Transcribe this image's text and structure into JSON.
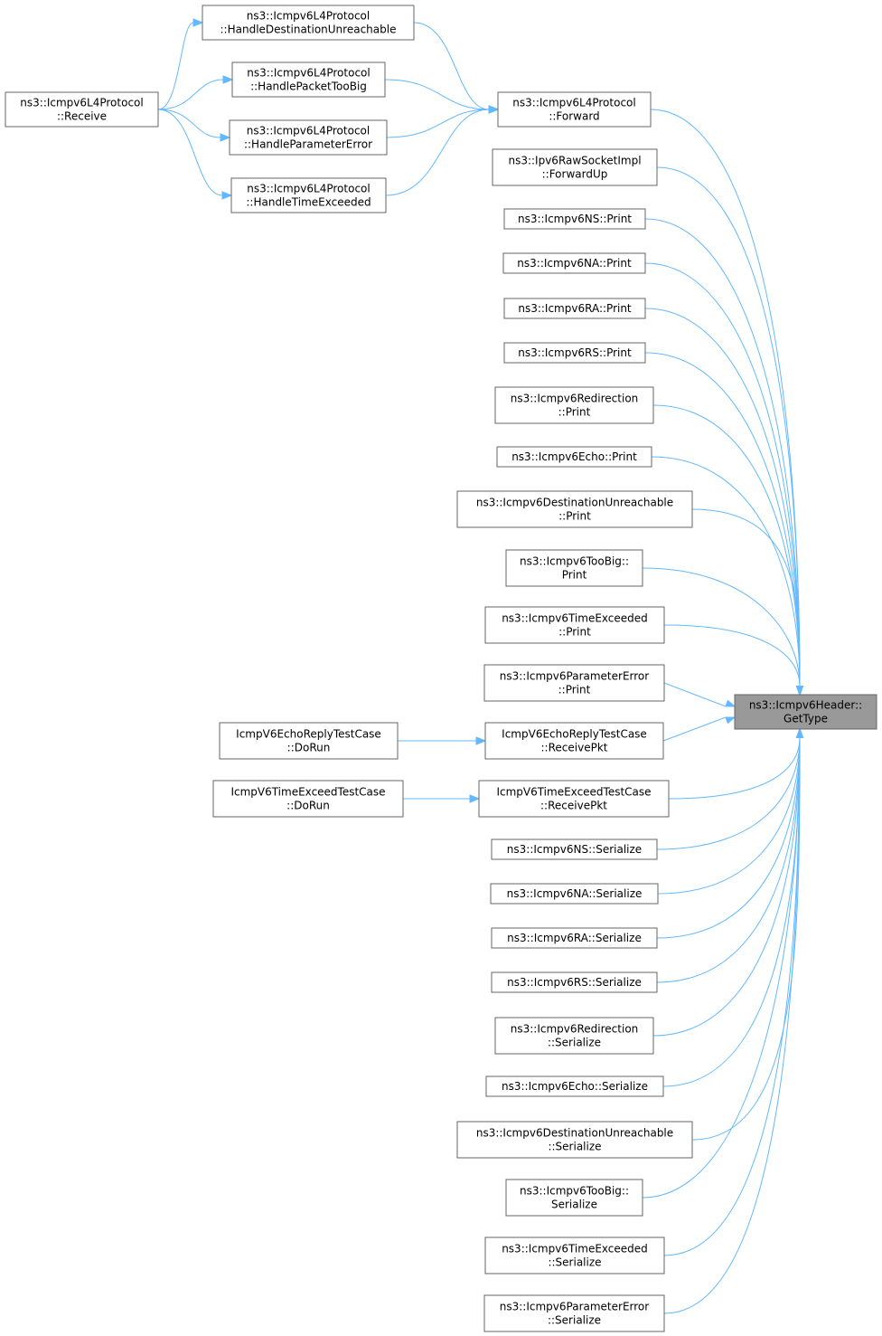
{
  "nodes": [
    {
      "id": "gettype",
      "lines": [
        "ns3::Icmpv6Header::",
        "GetType"
      ],
      "target": true
    },
    {
      "id": "forward",
      "lines": [
        "ns3::Icmpv6L4Protocol",
        "::Forward"
      ]
    },
    {
      "id": "hdu",
      "lines": [
        "ns3::Icmpv6L4Protocol",
        "::HandleDestinationUnreachable"
      ]
    },
    {
      "id": "hptb",
      "lines": [
        "ns3::Icmpv6L4Protocol",
        "::HandlePacketTooBig"
      ]
    },
    {
      "id": "hpe",
      "lines": [
        "ns3::Icmpv6L4Protocol",
        "::HandleParameterError"
      ]
    },
    {
      "id": "hte",
      "lines": [
        "ns3::Icmpv6L4Protocol",
        "::HandleTimeExceeded"
      ]
    },
    {
      "id": "receive",
      "lines": [
        "ns3::Icmpv6L4Protocol",
        "::Receive"
      ]
    },
    {
      "id": "fwdup",
      "lines": [
        "ns3::Ipv6RawSocketImpl",
        "::ForwardUp"
      ]
    },
    {
      "id": "ns_print",
      "lines": [
        "ns3::Icmpv6NS::Print"
      ]
    },
    {
      "id": "na_print",
      "lines": [
        "ns3::Icmpv6NA::Print"
      ]
    },
    {
      "id": "ra_print",
      "lines": [
        "ns3::Icmpv6RA::Print"
      ]
    },
    {
      "id": "rs_print",
      "lines": [
        "ns3::Icmpv6RS::Print"
      ]
    },
    {
      "id": "redir_print",
      "lines": [
        "ns3::Icmpv6Redirection",
        "::Print"
      ]
    },
    {
      "id": "echo_print",
      "lines": [
        "ns3::Icmpv6Echo::Print"
      ]
    },
    {
      "id": "du_print",
      "lines": [
        "ns3::Icmpv6DestinationUnreachable",
        "::Print"
      ]
    },
    {
      "id": "tb_print",
      "lines": [
        "ns3::Icmpv6TooBig::",
        "Print"
      ]
    },
    {
      "id": "te_print",
      "lines": [
        "ns3::Icmpv6TimeExceeded",
        "::Print"
      ]
    },
    {
      "id": "pe_print",
      "lines": [
        "ns3::Icmpv6ParameterError",
        "::Print"
      ]
    },
    {
      "id": "echo_rpkt",
      "lines": [
        "IcmpV6EchoReplyTestCase",
        "::ReceivePkt"
      ]
    },
    {
      "id": "echo_dorun",
      "lines": [
        "IcmpV6EchoReplyTestCase",
        "::DoRun"
      ]
    },
    {
      "id": "te_rpkt",
      "lines": [
        "IcmpV6TimeExceedTestCase",
        "::ReceivePkt"
      ]
    },
    {
      "id": "te_dorun",
      "lines": [
        "IcmpV6TimeExceedTestCase",
        "::DoRun"
      ]
    },
    {
      "id": "ns_ser",
      "lines": [
        "ns3::Icmpv6NS::Serialize"
      ]
    },
    {
      "id": "na_ser",
      "lines": [
        "ns3::Icmpv6NA::Serialize"
      ]
    },
    {
      "id": "ra_ser",
      "lines": [
        "ns3::Icmpv6RA::Serialize"
      ]
    },
    {
      "id": "rs_ser",
      "lines": [
        "ns3::Icmpv6RS::Serialize"
      ]
    },
    {
      "id": "redir_ser",
      "lines": [
        "ns3::Icmpv6Redirection",
        "::Serialize"
      ]
    },
    {
      "id": "echo_ser",
      "lines": [
        "ns3::Icmpv6Echo::Serialize"
      ]
    },
    {
      "id": "du_ser",
      "lines": [
        "ns3::Icmpv6DestinationUnreachable",
        "::Serialize"
      ]
    },
    {
      "id": "tb_ser",
      "lines": [
        "ns3::Icmpv6TooBig::",
        "Serialize"
      ]
    },
    {
      "id": "te_ser",
      "lines": [
        "ns3::Icmpv6TimeExceeded",
        "::Serialize"
      ]
    },
    {
      "id": "pe_ser",
      "lines": [
        "ns3::Icmpv6ParameterError",
        "::Serialize"
      ]
    }
  ],
  "edges": [
    {
      "from": "forward",
      "to": "gettype"
    },
    {
      "from": "fwdup",
      "to": "gettype"
    },
    {
      "from": "ns_print",
      "to": "gettype"
    },
    {
      "from": "na_print",
      "to": "gettype"
    },
    {
      "from": "ra_print",
      "to": "gettype"
    },
    {
      "from": "rs_print",
      "to": "gettype"
    },
    {
      "from": "redir_print",
      "to": "gettype"
    },
    {
      "from": "echo_print",
      "to": "gettype"
    },
    {
      "from": "du_print",
      "to": "gettype"
    },
    {
      "from": "tb_print",
      "to": "gettype"
    },
    {
      "from": "te_print",
      "to": "gettype"
    },
    {
      "from": "pe_print",
      "to": "gettype"
    },
    {
      "from": "echo_rpkt",
      "to": "gettype"
    },
    {
      "from": "te_rpkt",
      "to": "gettype"
    },
    {
      "from": "ns_ser",
      "to": "gettype"
    },
    {
      "from": "na_ser",
      "to": "gettype"
    },
    {
      "from": "ra_ser",
      "to": "gettype"
    },
    {
      "from": "rs_ser",
      "to": "gettype"
    },
    {
      "from": "redir_ser",
      "to": "gettype"
    },
    {
      "from": "echo_ser",
      "to": "gettype"
    },
    {
      "from": "du_ser",
      "to": "gettype"
    },
    {
      "from": "tb_ser",
      "to": "gettype"
    },
    {
      "from": "te_ser",
      "to": "gettype"
    },
    {
      "from": "pe_ser",
      "to": "gettype"
    },
    {
      "from": "hdu",
      "to": "forward"
    },
    {
      "from": "hptb",
      "to": "forward"
    },
    {
      "from": "hpe",
      "to": "forward"
    },
    {
      "from": "hte",
      "to": "forward"
    },
    {
      "from": "receive",
      "to": "hdu"
    },
    {
      "from": "receive",
      "to": "hptb"
    },
    {
      "from": "receive",
      "to": "hpe"
    },
    {
      "from": "receive",
      "to": "hte"
    },
    {
      "from": "echo_dorun",
      "to": "echo_rpkt"
    },
    {
      "from": "te_dorun",
      "to": "te_rpkt"
    }
  ],
  "colors": {
    "edge": "#63b8ff",
    "node_border": "#666666",
    "target_fill": "#999999"
  }
}
